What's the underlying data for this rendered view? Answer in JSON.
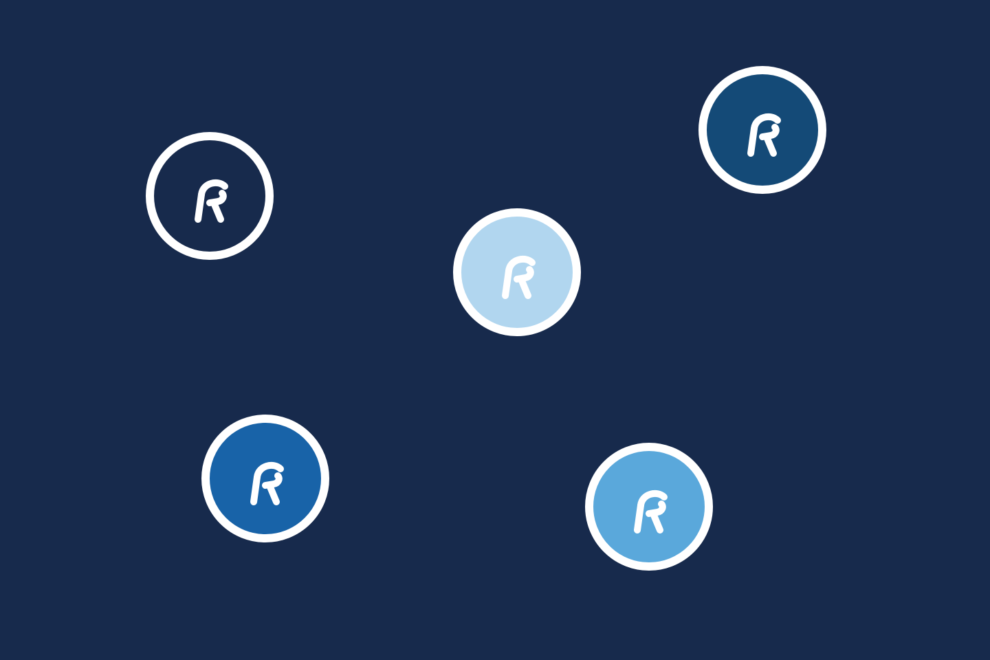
{
  "background": "#172a4c",
  "badge_ring_color": "#ffffff",
  "logo_mark": "r-logo-icon",
  "badges": [
    {
      "name": "badge-outline",
      "fill": "#172a4c"
    },
    {
      "name": "badge-dark-blue",
      "fill": "#144a77"
    },
    {
      "name": "badge-pale-blue",
      "fill": "#b1d6ef"
    },
    {
      "name": "badge-medium-blue",
      "fill": "#1863a8"
    },
    {
      "name": "badge-light-blue",
      "fill": "#5aa8db"
    }
  ]
}
